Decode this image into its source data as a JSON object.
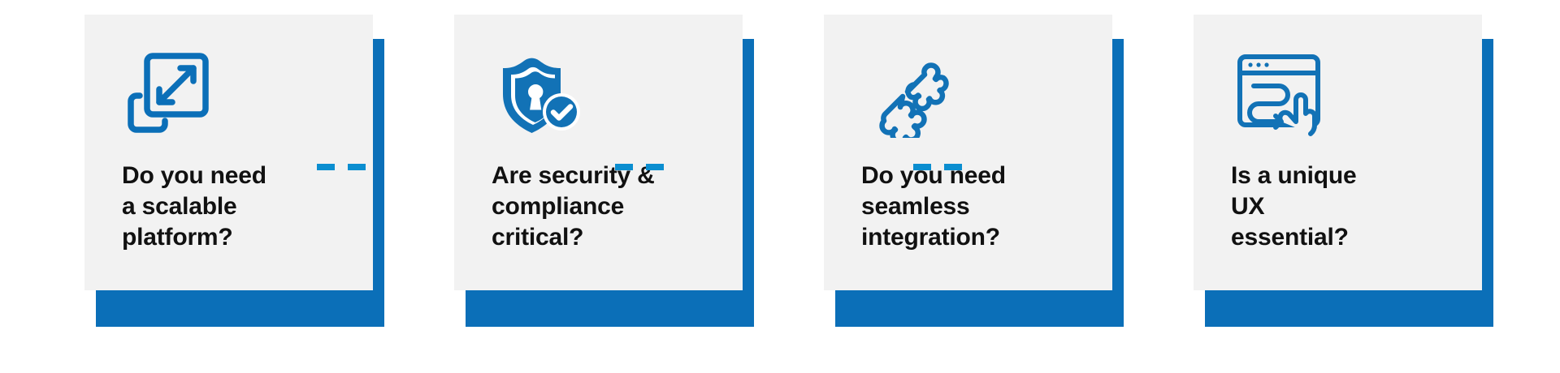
{
  "theme": {
    "background": "#ffffff",
    "card_fill": "#f2f2f2",
    "accent_blue": "#0b6fb8",
    "dash_blue": "#0b8ed0",
    "text_color": "#111111"
  },
  "cards": [
    {
      "id": "scalable-platform",
      "icon": "resize-scale-icon",
      "title": "Do you need\na scalable\nplatform?"
    },
    {
      "id": "security-compliance",
      "icon": "shield-lock-check-icon",
      "title": "Are security &\ncompliance\ncritical?"
    },
    {
      "id": "seamless-integration",
      "icon": "puzzle-pieces-icon",
      "title": "Do you need\nseamless\nintegration?"
    },
    {
      "id": "unique-ux",
      "icon": "browser-cursor-path-icon",
      "title": "Is a unique\nUX\nessential?"
    }
  ],
  "connectors": [
    {
      "id": "connector-1",
      "style": "dashed"
    },
    {
      "id": "connector-2",
      "style": "dashed"
    },
    {
      "id": "connector-3",
      "style": "dashed"
    }
  ]
}
